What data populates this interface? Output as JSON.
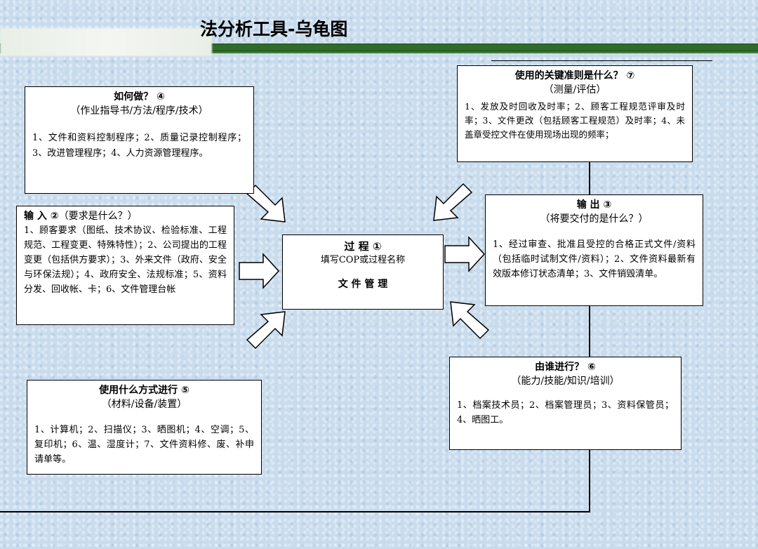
{
  "title": "…法分析工具-乌龟图",
  "title_visible": "法分析工具-乌龟图",
  "center": {
    "heading": "过  程  ①",
    "subtitle": "填写COP或过程名称",
    "name": "文 件 管 理"
  },
  "how": {
    "heading": "如何做？  ④",
    "subtitle": "（作业指导书/方法/程序/技术）",
    "body": "1、文件和资料控制程序；2、质量记录控制程序；3、改进管理程序；4、人力资源管理程序。"
  },
  "input": {
    "heading": "输  入  ②",
    "heading_suffix": "（要求是什么？）",
    "body": "1、顾客要求（图纸、技术协议、检验标准、工程规范、工程变更、特殊特性）；2、公司提出的工程变更（包括供方要求）；3、外来文件（政府、安全与环保法规）；4、政府安全、法规标准；5、资料分发、回收帐、卡；6、文件管理台帐"
  },
  "means": {
    "heading": "使用什么方式进行  ⑤",
    "subtitle": "（材料/设备/装置）",
    "body": "1、计算机；2、扫描仪；3、晒图机；4、空调；5、复印机；6、温、湿度计；7、文件资料修、废、补申请单等。"
  },
  "criteria": {
    "heading": "使用的关键准则是什么？  ⑦",
    "subtitle": "（测量/评估）",
    "body": "1、发放及时回收及时率；2、顾客工程规范评审及时率；3、文件更改（包括顾客工程规范）及时率；4、未盖章受控文件在使用现场出现的频率；"
  },
  "output": {
    "heading": "输  出  ③",
    "subtitle": "（将要交付的是什么？）",
    "body": "1、经过审查、批准且受控的合格正式文件/资料（包括临时试制文件/资料）；2、文件资料最新有效版本修订状态清单；3、文件销毁清单。"
  },
  "who": {
    "heading": "由谁进行？  ⑥",
    "subtitle": "（能力/技能/知识/培训）",
    "body": "1、档案技术员；2、档案管理员；3、资料保管员；4、晒图工。"
  },
  "colors": {
    "background": "#c9dced",
    "header_bar": "#2f6b2a",
    "box_fill": "#ffffff",
    "line": "#000000"
  }
}
